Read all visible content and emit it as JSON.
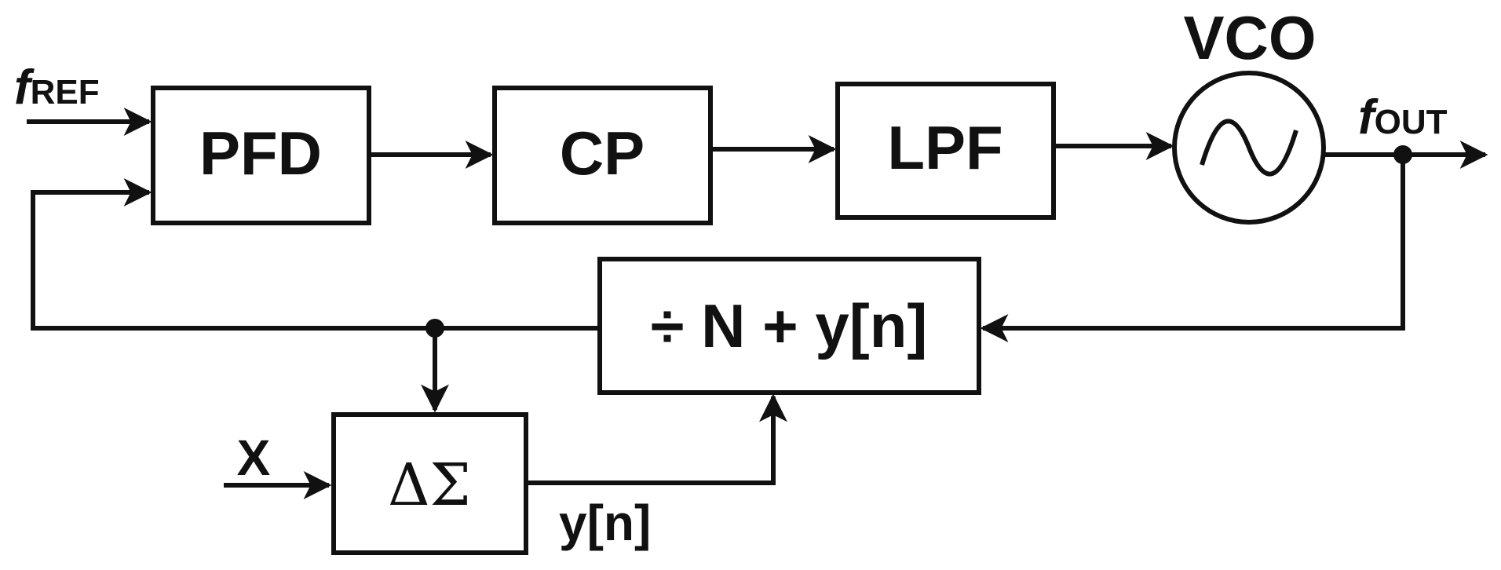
{
  "diagram": {
    "title": "",
    "blocks": {
      "pfd": "PFD",
      "cp": "CP",
      "lpf": "LPF",
      "vco": "VCO",
      "divider": "÷ N + y[n]",
      "delta_sigma": "ΔΣ"
    },
    "signals": {
      "f_ref_main": "f",
      "f_ref_sub": "REF",
      "f_out_main": "f",
      "f_out_sub": "OUT",
      "x_input": "X",
      "y_n": "y[n]"
    },
    "connections": [
      {
        "from": "fREF",
        "to": "PFD"
      },
      {
        "from": "PFD",
        "to": "CP"
      },
      {
        "from": "CP",
        "to": "LPF"
      },
      {
        "from": "LPF",
        "to": "VCO"
      },
      {
        "from": "VCO",
        "to": "fOUT"
      },
      {
        "from": "fOUT",
        "to": "÷ N + y[n]"
      },
      {
        "from": "÷ N + y[n]",
        "to": "PFD"
      },
      {
        "from": "÷ N + y[n]",
        "to": "ΔΣ"
      },
      {
        "from": "X",
        "to": "ΔΣ"
      },
      {
        "from": "ΔΣ",
        "to": "÷ N + y[n]"
      }
    ]
  }
}
